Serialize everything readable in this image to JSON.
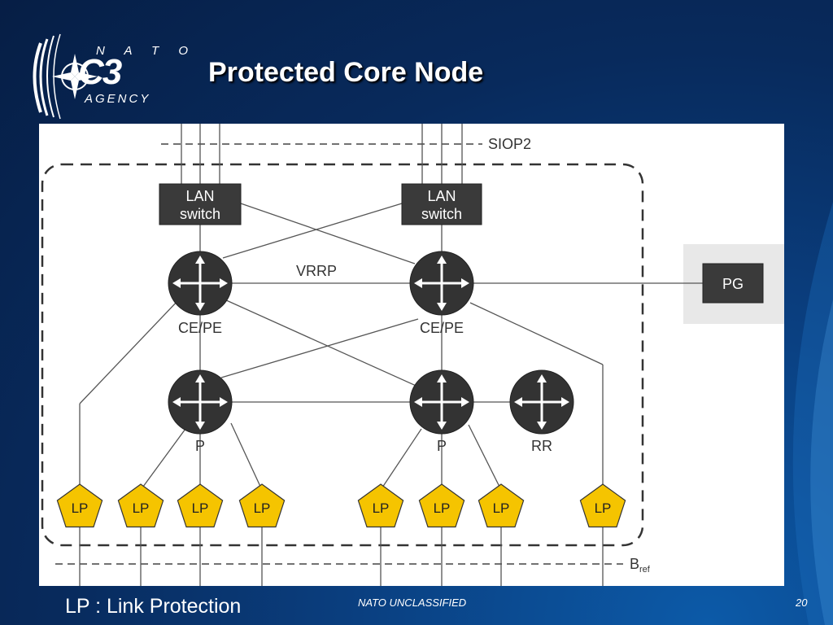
{
  "slide": {
    "title": "Protected Core Node",
    "caption": "LP : Link Protection",
    "classification": "NATO UNCLASSIFIED",
    "page_number": "20"
  },
  "logo": {
    "line1": "N A T O",
    "line2": "C3",
    "line3": "AGENCY"
  },
  "diagram": {
    "siop_label": "SIOP2",
    "bref_label": "B",
    "bref_sub": "ref",
    "vrrp_label": "VRRP",
    "lan_switch_line1": "LAN",
    "lan_switch_line2": "switch",
    "ce_pe_label": "CE/PE",
    "p_label": "P",
    "rr_label": "RR",
    "pg_label": "PG",
    "lp_label": "LP"
  },
  "colors": {
    "background": "#082a5c",
    "router": "#333333",
    "lp_fill": "#f5c400",
    "box": "#3a3a3a",
    "pg_panel": "#e8e8e8"
  }
}
